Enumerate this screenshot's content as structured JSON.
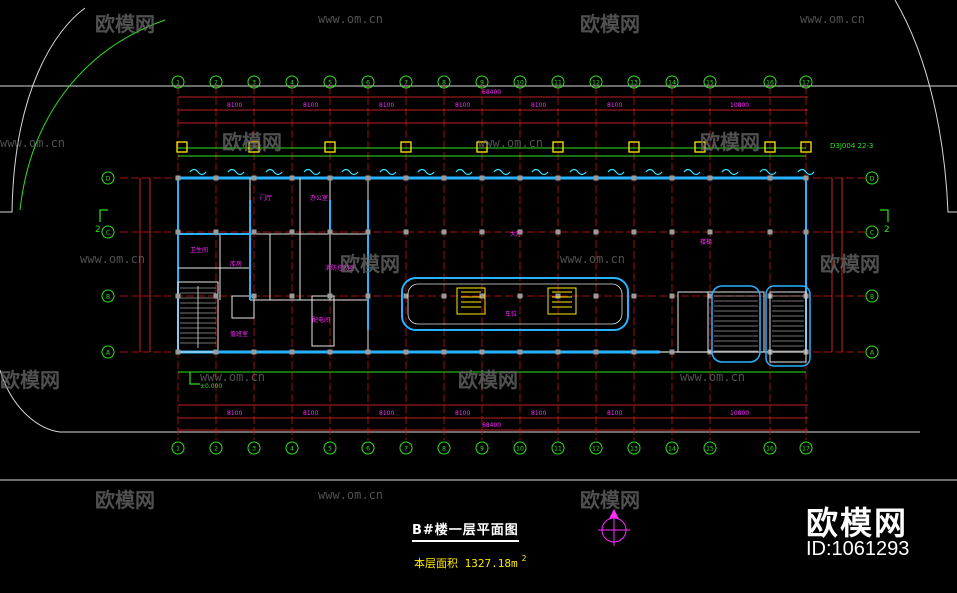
{
  "drawing": {
    "title": "B#楼一层平面图",
    "area_label": "本层面积",
    "area_value": "1327.18m",
    "area_sup": "2",
    "axes_top": [
      "1",
      "2",
      "3",
      "4",
      "5",
      "6",
      "7",
      "8",
      "9",
      "10",
      "11",
      "12",
      "13",
      "14",
      "15",
      "16",
      "17"
    ],
    "axes_side": [
      "D",
      "C",
      "B",
      "A"
    ],
    "dims_top": [
      "68400",
      "8100",
      "8100",
      "8100",
      "8100",
      "8100",
      "8100",
      "10800"
    ],
    "room_labels": [
      "大厅",
      "楼梯",
      "车位",
      "卫生间",
      "门厅",
      "办公室",
      "库房",
      "消防控制室",
      "配电间",
      "值班室"
    ],
    "section_mark": "2",
    "note_text": "D3J004 22-3",
    "elevation_text": "±0.000"
  },
  "watermark": {
    "brand": "欧模网",
    "url": "www.om.cn"
  },
  "badge": {
    "brand": "欧模网",
    "id": "ID:1061293"
  }
}
